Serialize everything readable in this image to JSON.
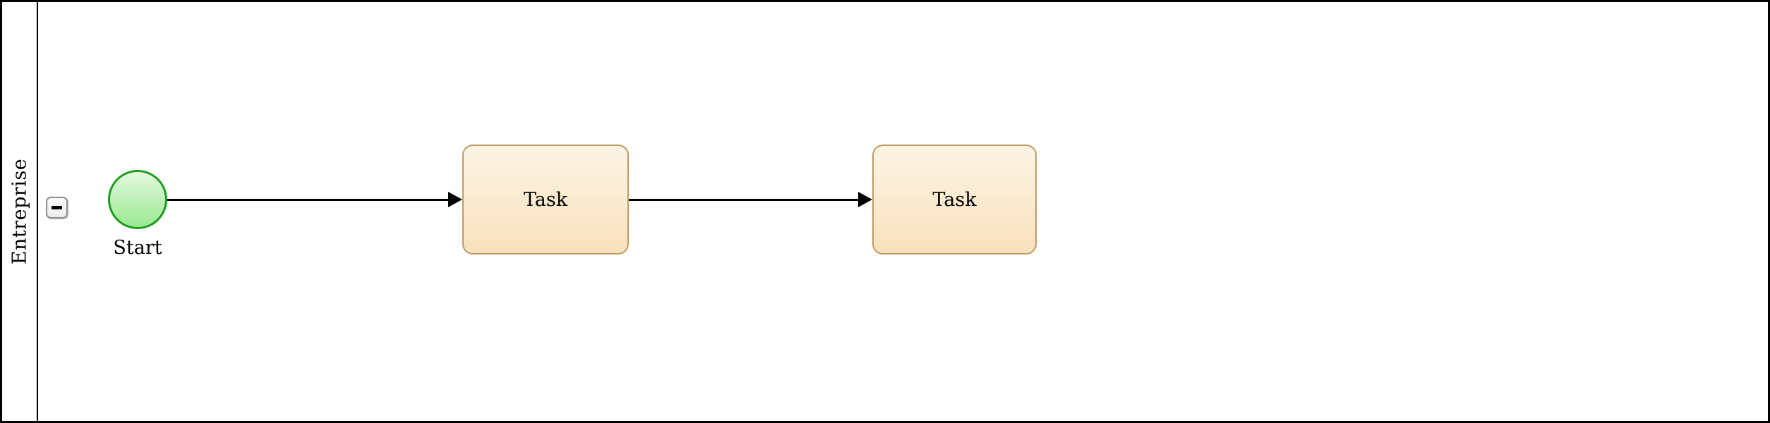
{
  "diagram": {
    "type": "bpmn-process",
    "pool": {
      "label": "Entreprise",
      "collapse_icon": "minus",
      "collapsed": false
    },
    "nodes": [
      {
        "id": "start",
        "type": "start-event",
        "label": "Start",
        "shape": "circle"
      },
      {
        "id": "task1",
        "type": "task",
        "label": "Task",
        "shape": "rounded-rectangle"
      },
      {
        "id": "task2",
        "type": "task",
        "label": "Task",
        "shape": "rounded-rectangle"
      }
    ],
    "edges": [
      {
        "from": "start",
        "to": "task1",
        "type": "sequence-flow",
        "arrow": "filled-triangle"
      },
      {
        "from": "task1",
        "to": "task2",
        "type": "sequence-flow",
        "arrow": "filled-triangle"
      }
    ],
    "colors": {
      "pool_border": "#000000",
      "lane_divider": "#000000",
      "task_border": "#bf9b64",
      "task_fill_top": "#fdf4e4",
      "task_fill_bottom": "#f8e1bc",
      "start_border": "#1f9c1f",
      "start_fill_top": "#e5f9e0",
      "start_fill_bottom": "#9ae990",
      "collapse_button_border": "#8f8f8f",
      "connector": "#000000",
      "canvas_background": "#ffffff"
    }
  }
}
